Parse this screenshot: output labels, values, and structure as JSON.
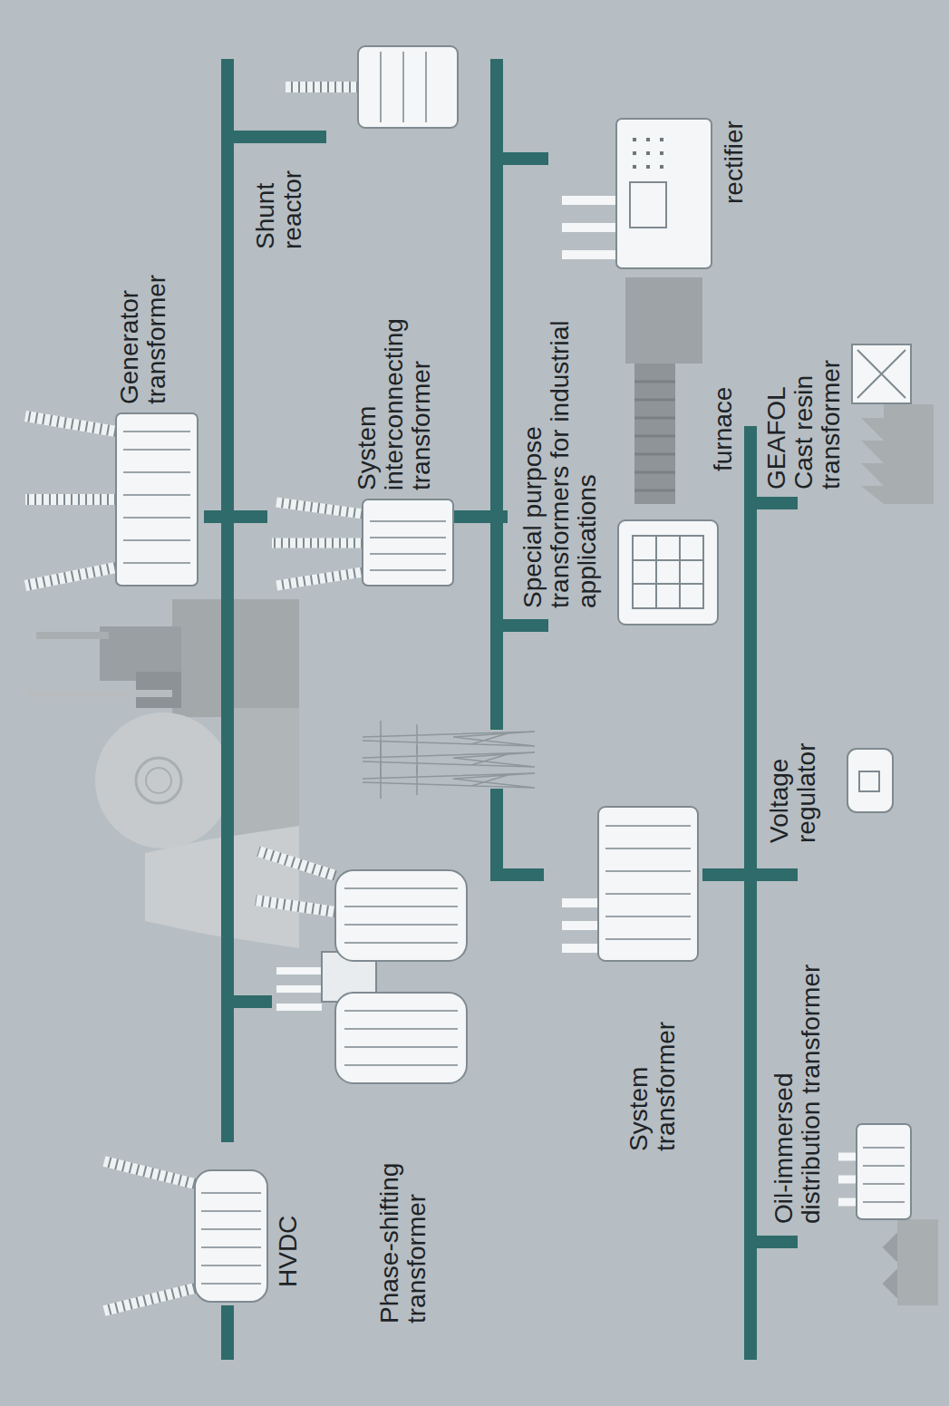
{
  "diagram": {
    "labels": [
      "Generator transformer",
      "Shunt reactor",
      "System interconnecting transformer",
      "rectifier",
      "Special purpose transformers for industrial applications",
      "furnace",
      "GEAFOL Cast resin transformer",
      "Voltage regulator",
      "Oil-immersed distribution transformer",
      "System transformer",
      "Phase-shifting transformer",
      "HVDC"
    ]
  }
}
